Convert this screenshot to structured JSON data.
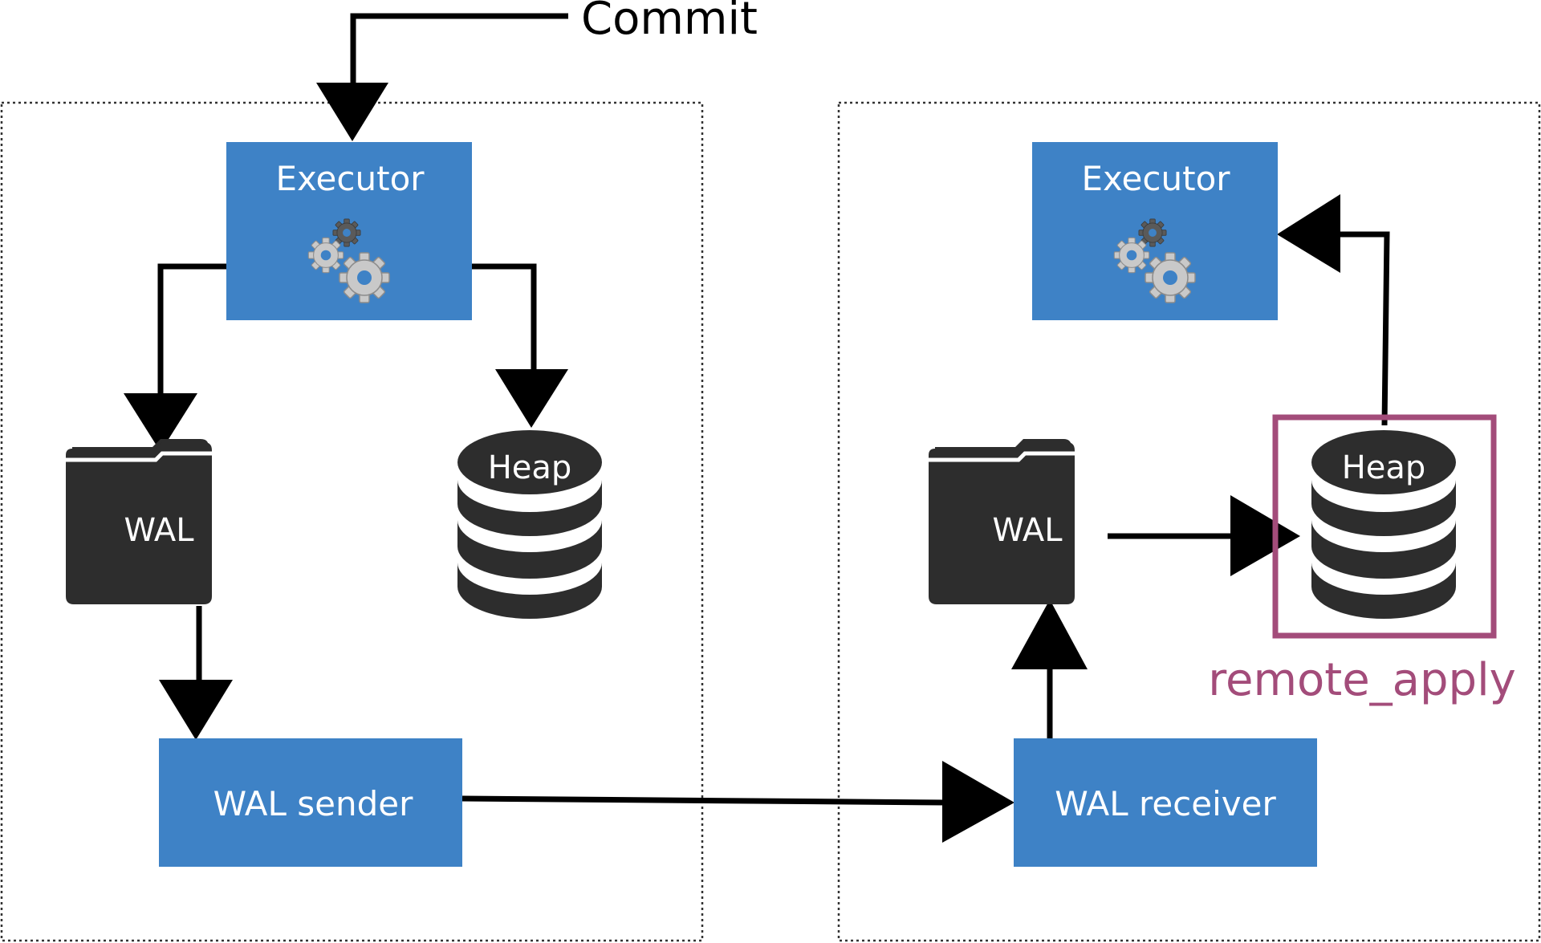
{
  "commit": {
    "label": "Commit"
  },
  "primary": {
    "executor": {
      "label": "Executor"
    },
    "wal": {
      "label": "WAL"
    },
    "heap": {
      "label": "Heap"
    },
    "wal_sender": {
      "label": "WAL sender"
    }
  },
  "standby": {
    "executor": {
      "label": "Executor"
    },
    "wal": {
      "label": "WAL"
    },
    "heap": {
      "label": "Heap"
    },
    "wal_receiver": {
      "label": "WAL receiver"
    }
  },
  "highlight": {
    "label": "remote_apply"
  },
  "colors": {
    "box_blue": "#3e82c6",
    "icon_dark": "#2d2d2d",
    "highlight": "#a34c7a",
    "line": "#000000"
  },
  "icons": [
    "gears-icon",
    "folder-icon",
    "database-icon",
    "arrow-icon"
  ]
}
